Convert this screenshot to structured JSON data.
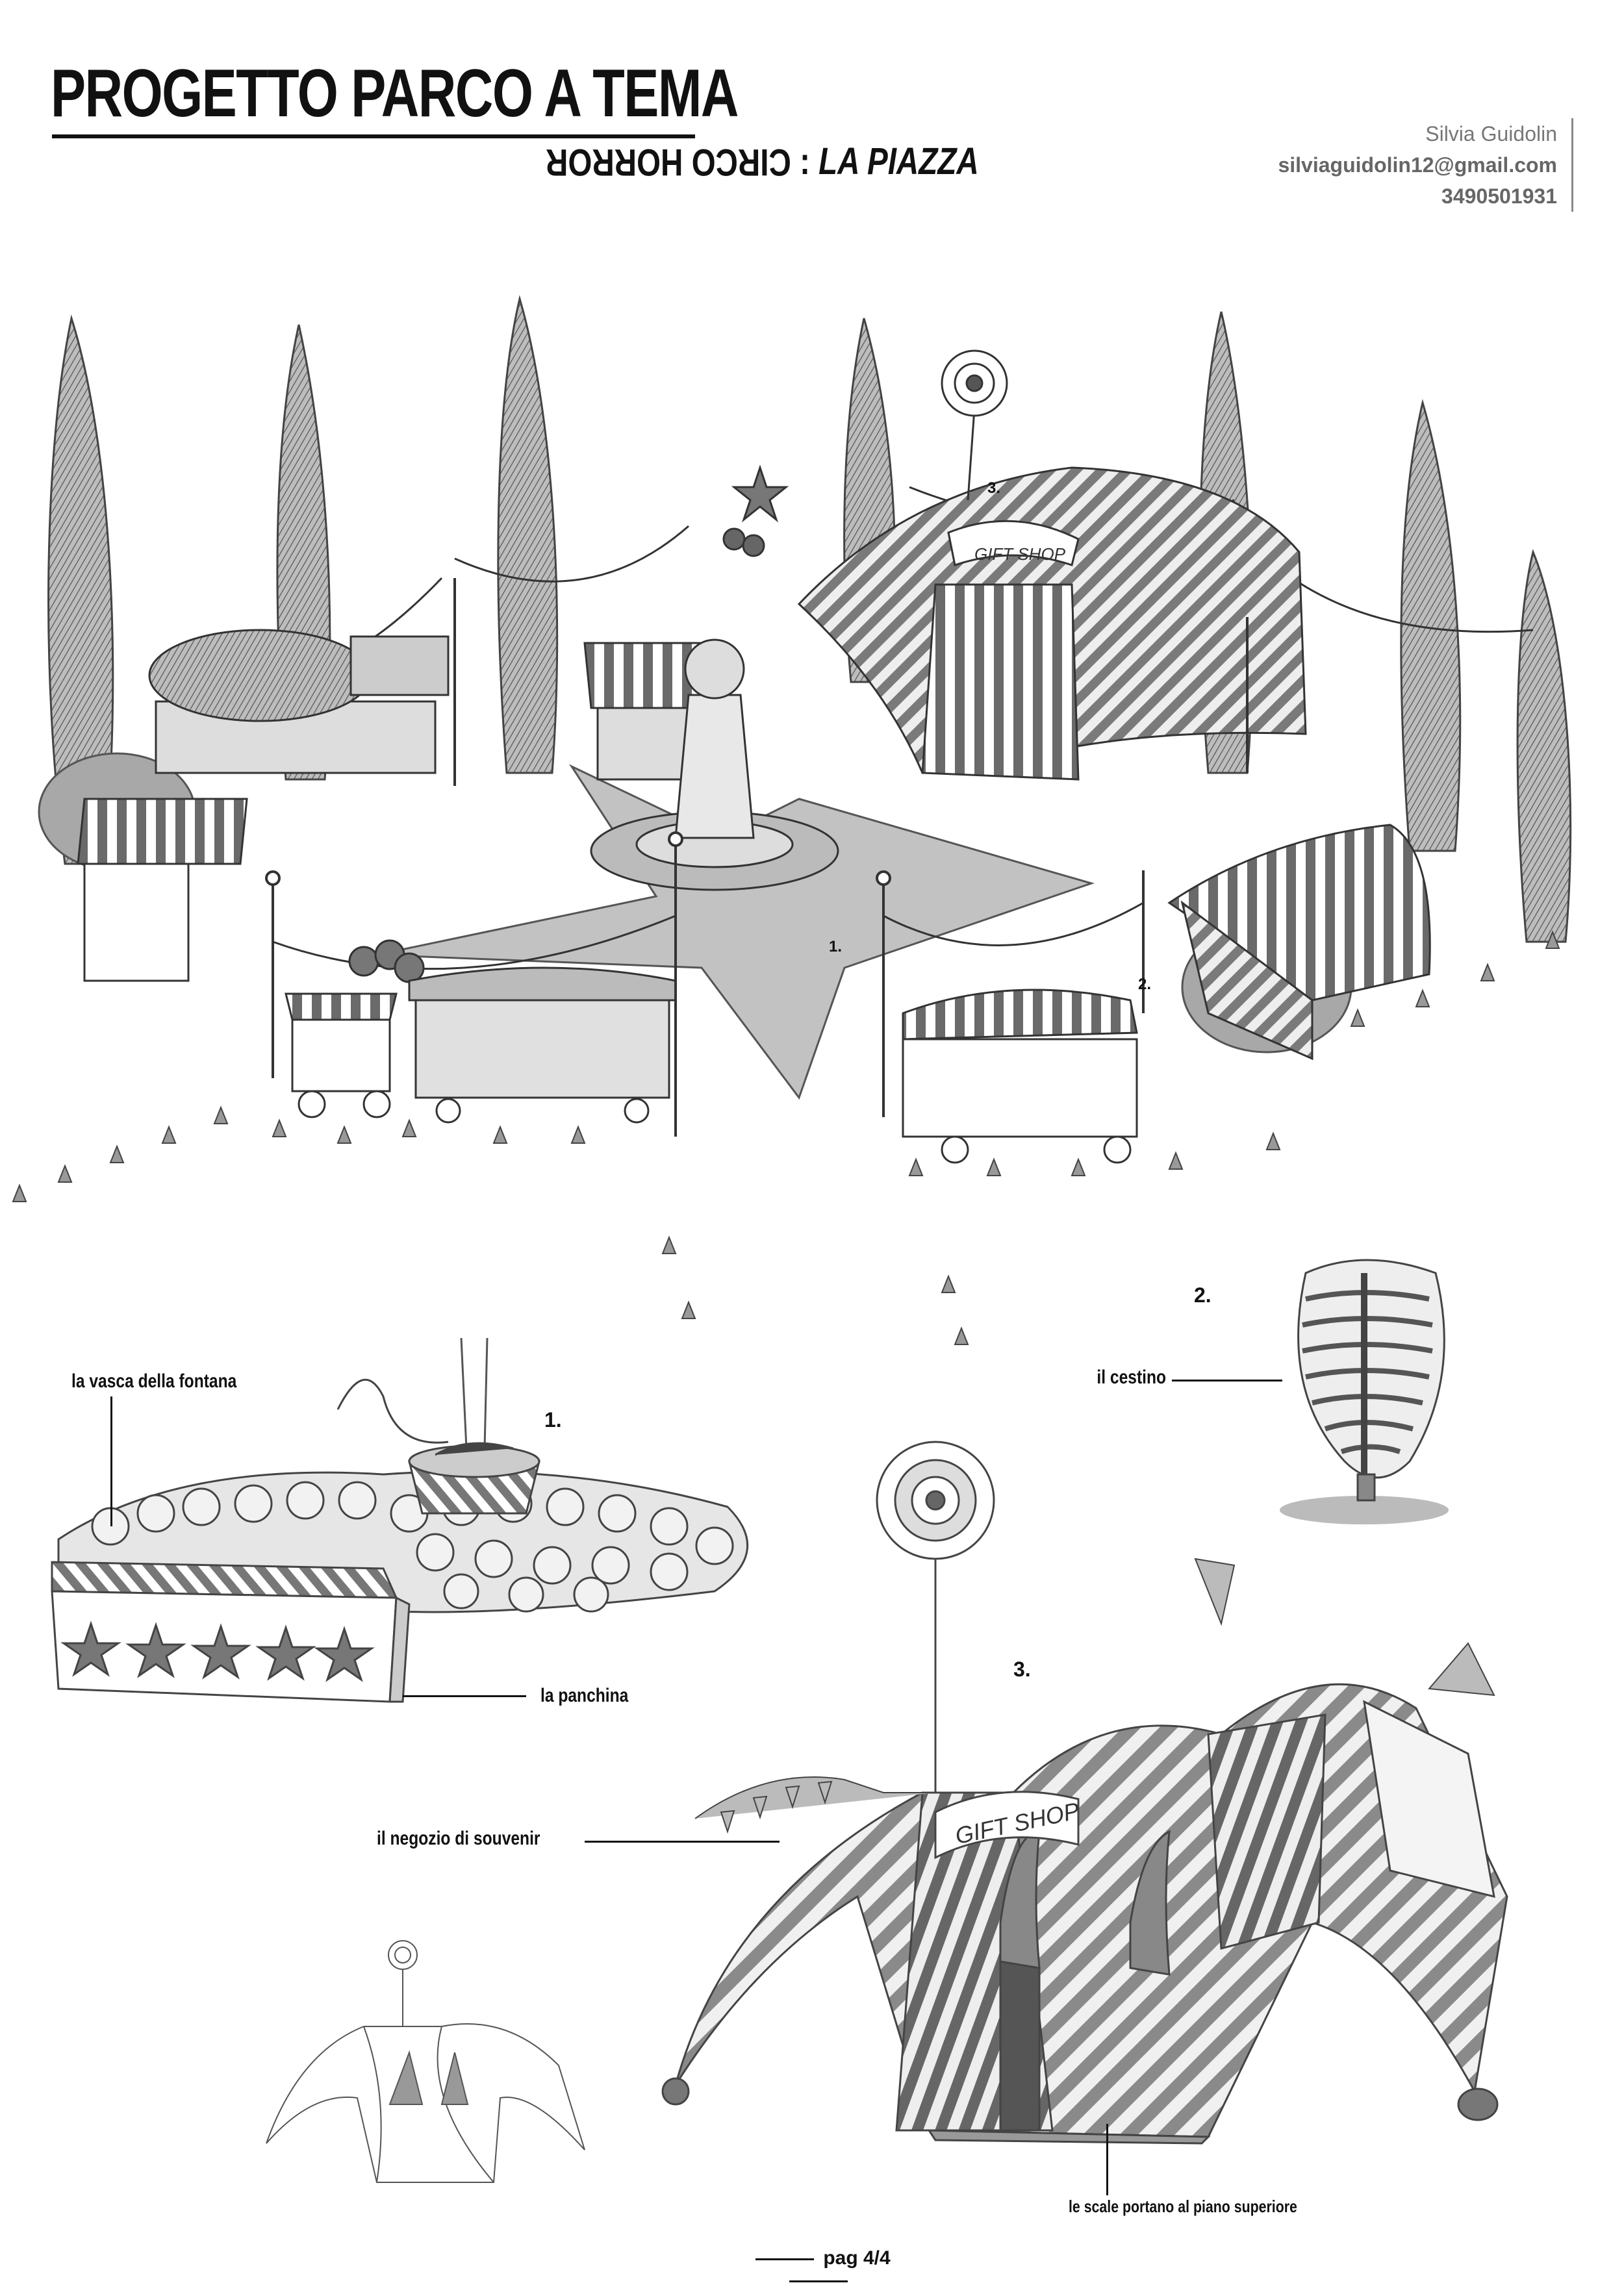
{
  "header": {
    "title": "PROGETTO PARCO A TEMA",
    "subtitle_flipped": "CIRCO HORROR",
    "subtitle_separator": ":",
    "subtitle_place": "LA PIAZZA"
  },
  "author": {
    "name": "Silvia Guidolin",
    "email": "silviaguidolin12@gmail.com",
    "phone": "3490501931"
  },
  "overview_numbers": {
    "n1": "1.",
    "n2": "2.",
    "n3": "3."
  },
  "overview_sign": "GIFT SHOP",
  "detail_fountain": {
    "number": "1.",
    "label_basin": "la vasca della fontana",
    "label_bench": "la panchina"
  },
  "detail_bin": {
    "number": "2.",
    "label": "il cestino"
  },
  "detail_shop": {
    "number": "3.",
    "label_shop": "il negozio di souvenir",
    "sign": "GIFT SHOP",
    "label_stairs": "le scale portano al piano superiore"
  },
  "footer": {
    "page": "pag 4/4"
  },
  "colors": {
    "ink": "#111111",
    "pencil": "#555555",
    "shade": "#9a9a9a",
    "paper": "#ffffff"
  }
}
